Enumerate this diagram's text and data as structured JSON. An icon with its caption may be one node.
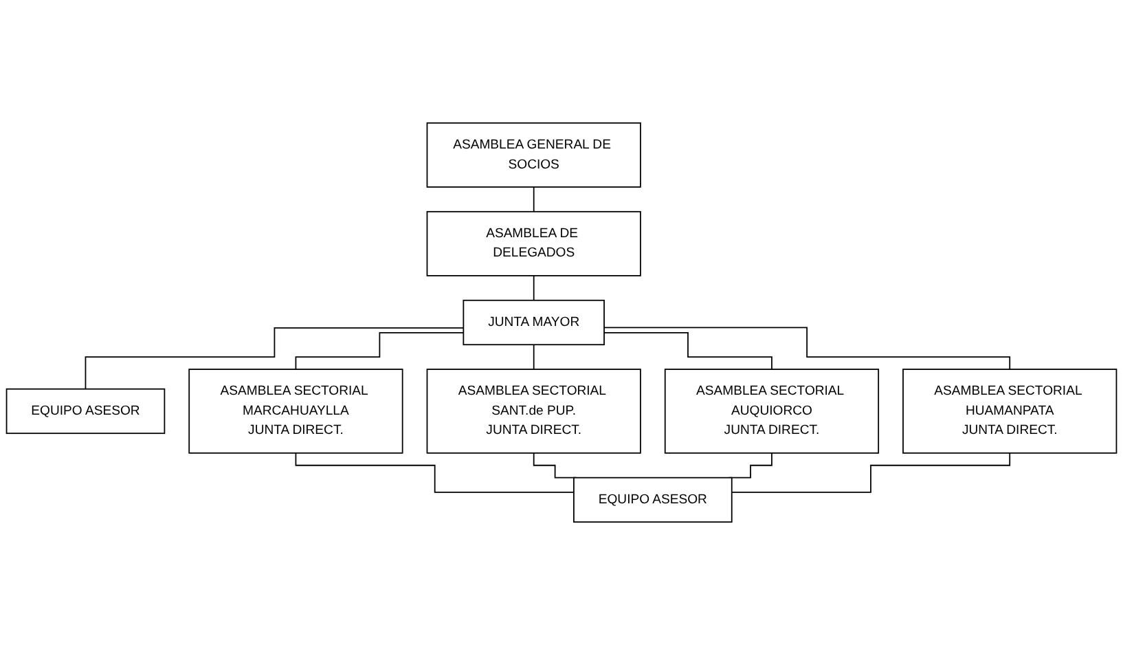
{
  "diagram": {
    "nodes": [
      {
        "text": [
          "ASAMBLEA GENERAL DE SOCIOS"
        ]
      },
      {
        "text": [
          "ASAMBLEA DE DELEGADOS"
        ]
      },
      {
        "text": [
          "JUNTA MAYOR"
        ]
      },
      {
        "text": [
          "EQUIPO ASESOR"
        ]
      },
      {
        "text": [
          "ASAMBLEA SECTORIAL MARCAHUAYLLA",
          "JUNTA DIRECT."
        ]
      },
      {
        "text": [
          "ASAMBLEA SECTORIAL SANT.de PUP.",
          "JUNTA DIRECT."
        ]
      },
      {
        "text": [
          "ASAMBLEA SECTORIAL AUQUIORCO",
          "JUNTA DIRECT."
        ]
      },
      {
        "text": [
          "ASAMBLEA SECTORIAL HUAMANPATA",
          "JUNTA DIRECT."
        ]
      },
      {
        "text": [
          "EQUIPO ASESOR"
        ]
      }
    ],
    "edges": [
      {
        "from": 0,
        "to": 1,
        "arrow": "none"
      },
      {
        "from": 1,
        "to": 2,
        "arrow": "none"
      },
      {
        "from": 2,
        "to": 3,
        "arrow": "none"
      },
      {
        "from": 2,
        "to": 4,
        "arrow": "none"
      },
      {
        "from": 2,
        "to": 5,
        "arrow": "none"
      },
      {
        "from": 2,
        "to": 6,
        "arrow": "none"
      },
      {
        "from": 2,
        "to": 7,
        "arrow": "none"
      },
      {
        "from": 4,
        "to": 8,
        "arrow": "none"
      },
      {
        "from": 5,
        "to": 8,
        "arrow": "none"
      },
      {
        "from": 6,
        "to": 8,
        "arrow": "none"
      },
      {
        "from": 7,
        "to": 8,
        "arrow": "none"
      }
    ]
  }
}
